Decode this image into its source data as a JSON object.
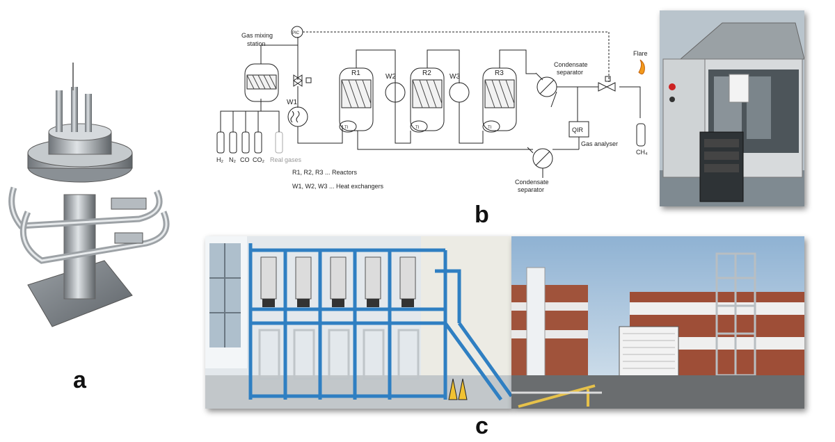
{
  "panels": {
    "a": "a",
    "b": "b",
    "c": "c"
  },
  "diagram": {
    "gas_mixing_station": [
      "Gas mixing",
      "station"
    ],
    "pic": "PIC",
    "w1": "W1",
    "w2": "W2",
    "w3": "W3",
    "r1": "R1",
    "r2": "R2",
    "r3": "R3",
    "ti": "TI",
    "condensate_separator_top": [
      "Condensate",
      "separator"
    ],
    "condensate_separator_bottom": [
      "Condensate",
      "separator"
    ],
    "qir": "QIR",
    "gas_analyser": "Gas analyser",
    "flare": "Flare",
    "ch4": "CH₄",
    "gases": [
      "H₂",
      "N₂",
      "CO",
      "CO₂"
    ],
    "real_gases": "Real gases",
    "legend_reactors": "R1, R2, R3 ... Reactors",
    "legend_heat_exchangers": "W1, W2, W3 ... Heat exchangers"
  }
}
